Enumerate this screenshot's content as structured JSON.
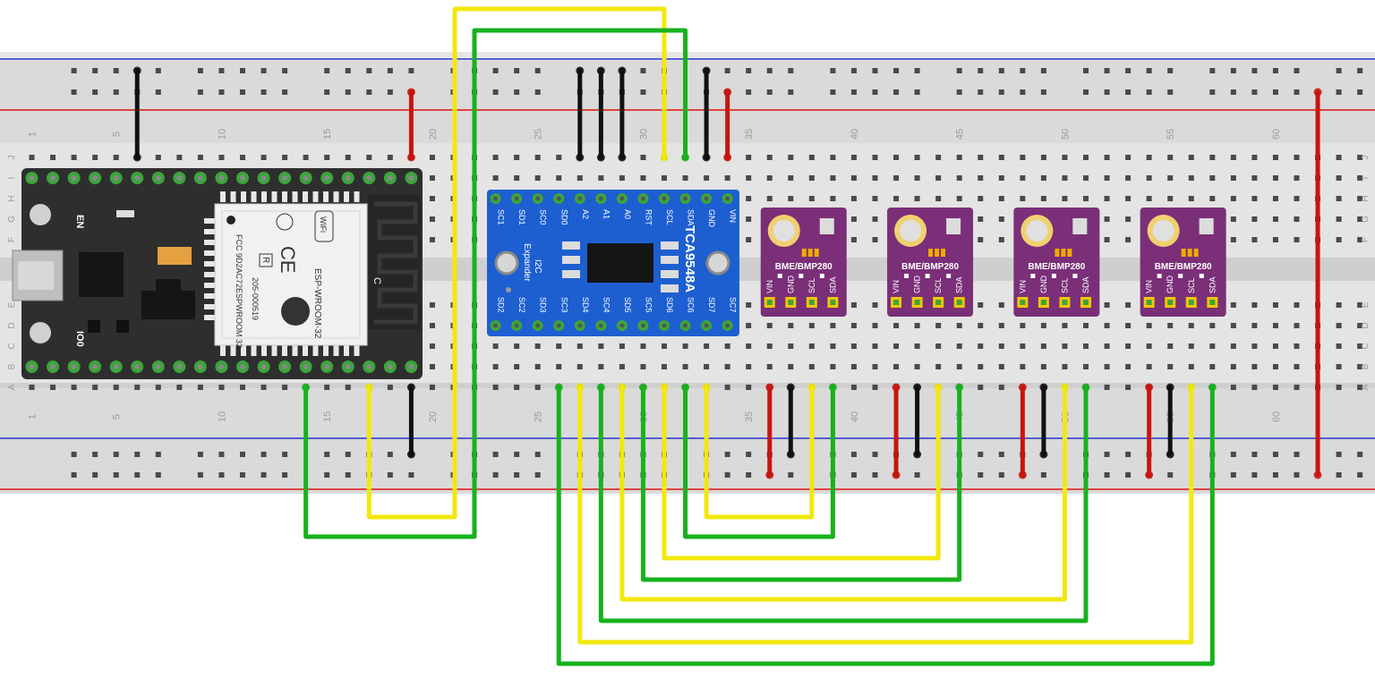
{
  "breadboard": {
    "column_numbers": [
      "1",
      "5",
      "10",
      "15",
      "20",
      "25",
      "30",
      "35",
      "40",
      "45",
      "50",
      "55",
      "60"
    ],
    "row_letters_top": [
      "J",
      "I",
      "H",
      "G",
      "F"
    ],
    "row_letters_bottom": [
      "E",
      "D",
      "C",
      "B",
      "A"
    ]
  },
  "esp32": {
    "module_name": "ESP-WROOM-32",
    "fcc_text": "FCC 9D2AC72ESPWROOM 32",
    "cert_text": "205-000519",
    "wifi_label": "WiFi",
    "ce_mark": "CE",
    "r_mark": "R",
    "button_en": "EN",
    "button_io0": "IO0",
    "antenna_label": "C"
  },
  "mux": {
    "chip_name": "TCA9548A",
    "subtitle_1": "I2C",
    "subtitle_2": "Expander",
    "top_pins": [
      "SC1",
      "SD1",
      "SC0",
      "SD0",
      "A2",
      "A1",
      "A0",
      "RST",
      "SCL",
      "SDA",
      "GND",
      "VIN"
    ],
    "bottom_pins": [
      "SD2",
      "SC2",
      "SD3",
      "SC3",
      "SD4",
      "SC4",
      "SD5",
      "SC5",
      "SD6",
      "SC6",
      "SD7",
      "SC7"
    ]
  },
  "sensors": [
    {
      "label": "BME/BMP280",
      "pins": [
        "VIN",
        "GND",
        "SCL",
        "SDA"
      ]
    },
    {
      "label": "BME/BMP280",
      "pins": [
        "VIN",
        "GND",
        "SCL",
        "SDA"
      ]
    },
    {
      "label": "BME/BMP280",
      "pins": [
        "VIN",
        "GND",
        "SCL",
        "SDA"
      ]
    },
    {
      "label": "BME/BMP280",
      "pins": [
        "VIN",
        "GND",
        "SCL",
        "SDA"
      ]
    }
  ],
  "colors": {
    "wire_black": "#111111",
    "wire_red": "#c8140f",
    "wire_yellow": "#f2e80c",
    "wire_green": "#17b21c",
    "esp_board": "#2e2e2e",
    "mux_board": "#1d5fd1",
    "sensor_board": "#7a2f78",
    "rail_red": "#d11",
    "rail_blue": "#2233cc"
  }
}
